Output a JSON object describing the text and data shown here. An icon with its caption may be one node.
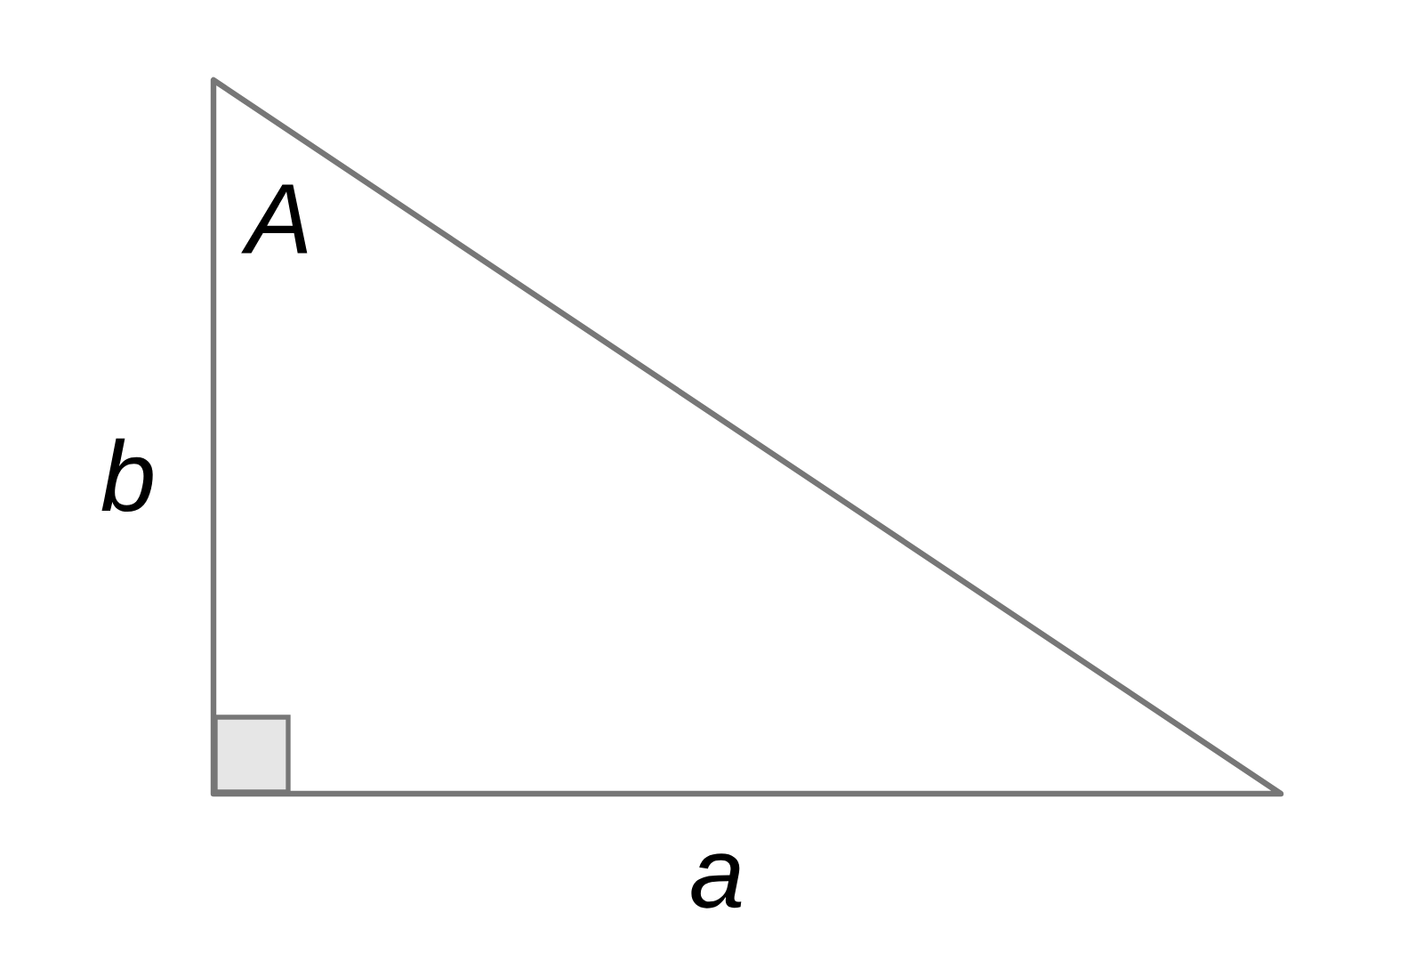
{
  "diagram": {
    "labels": [
      "A",
      "b",
      "a"
    ]
  }
}
